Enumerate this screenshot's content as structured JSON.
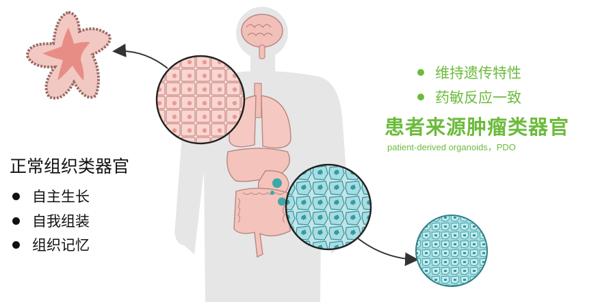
{
  "normal_organoid": {
    "title": "正常组织类器官",
    "features": [
      "自主生长",
      "自我组装",
      "组织记忆"
    ]
  },
  "patient_organoid": {
    "features": [
      "维持遗传特性",
      "药敏反应一致"
    ],
    "title": "患者来源肿瘤类器官",
    "subtitle": "patient-derived organoids，PDO"
  },
  "colors": {
    "body_silhouette": "#e6e6e6",
    "normal_tissue": "#f2b7b0",
    "tumor_tissue": "#5cbdbd",
    "accent_green": "#6cbb3c",
    "text": "#111111"
  }
}
